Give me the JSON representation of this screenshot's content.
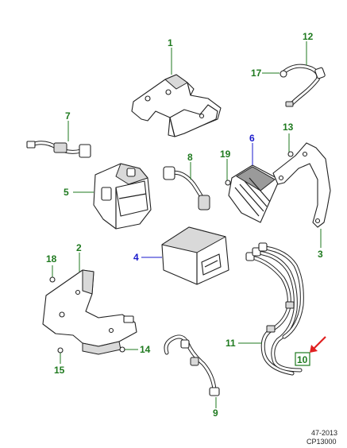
{
  "callouts": {
    "p1": "1",
    "p2": "2",
    "p3": "3",
    "p4": "4",
    "p5": "5",
    "p6": "6",
    "p7": "7",
    "p8": "8",
    "p9": "9",
    "p10": "10",
    "p11": "11",
    "p12": "12",
    "p13": "13",
    "p14": "14",
    "p15": "15",
    "p17": "17",
    "p18": "18",
    "p19": "19"
  },
  "footer": {
    "code_line1": "47-2013",
    "code_line2": "CP13000"
  },
  "colors": {
    "callout_green": "#1f7a1f",
    "callout_blue": "#1a1acc",
    "highlight_arrow": "#e02020"
  }
}
